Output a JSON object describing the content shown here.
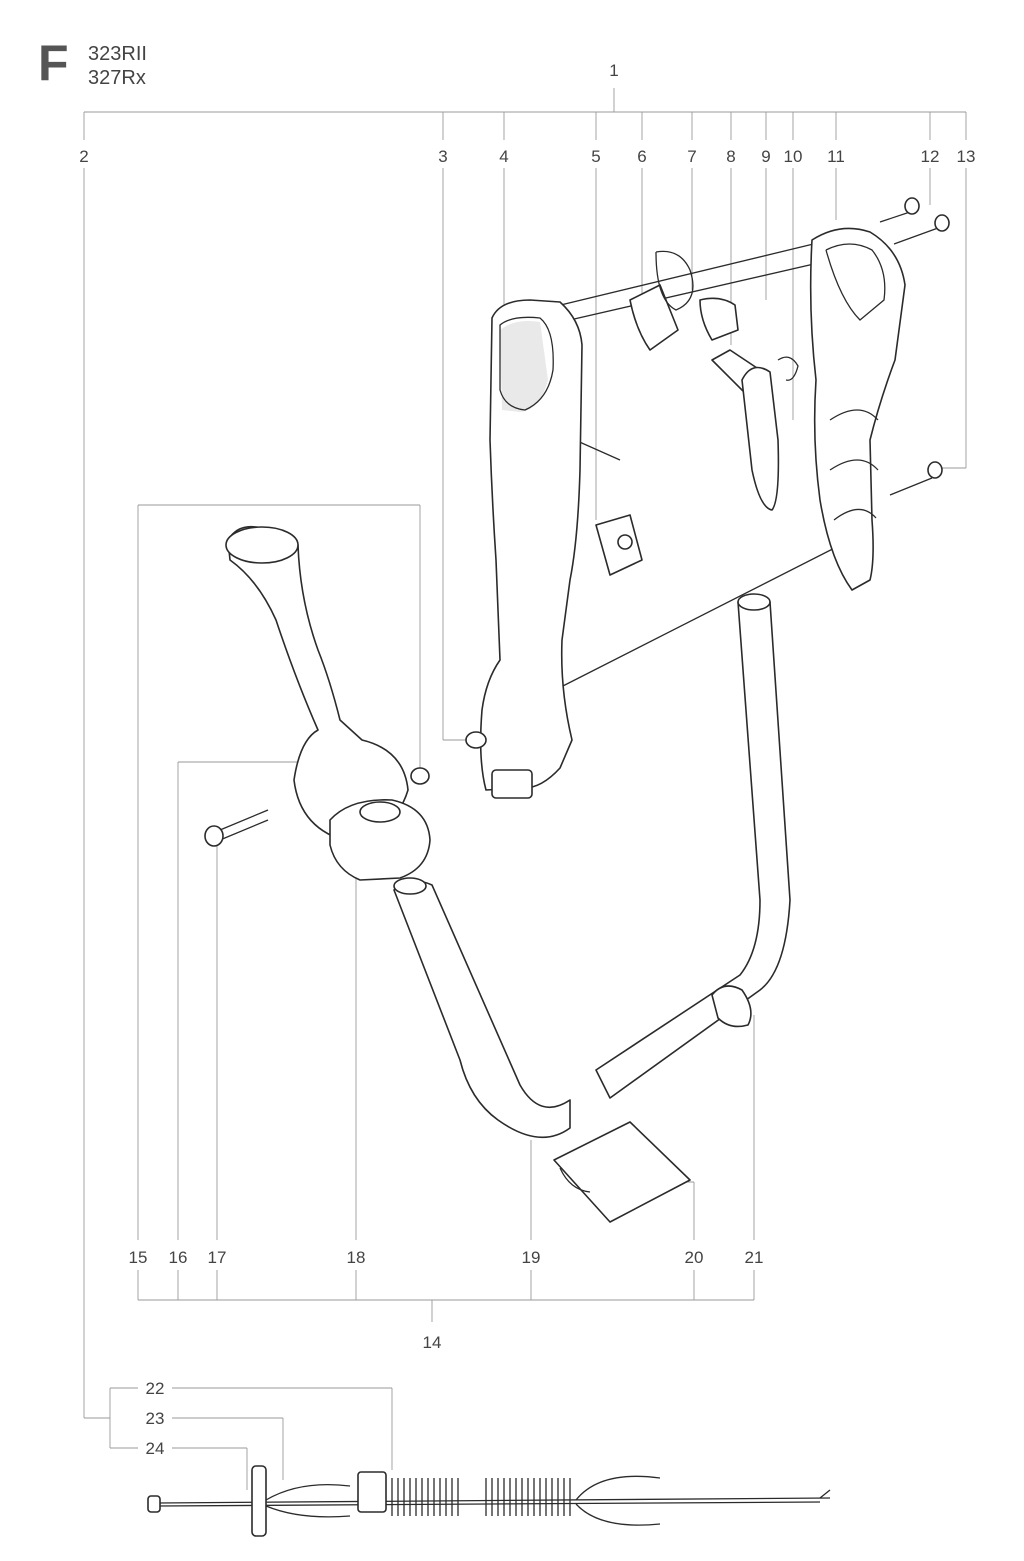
{
  "header": {
    "section_letter": "F",
    "models": [
      "323RII",
      "327Rx"
    ]
  },
  "callouts": {
    "c1": "1",
    "c2": "2",
    "c3": "3",
    "c4": "4",
    "c5": "5",
    "c6": "6",
    "c7": "7",
    "c8": "8",
    "c9": "9",
    "c10": "10",
    "c11": "11",
    "c12": "12",
    "c13": "13",
    "c14": "14",
    "c15": "15",
    "c16": "16",
    "c17": "17",
    "c18": "18",
    "c19": "19",
    "c20": "20",
    "c21": "21",
    "c22": "22",
    "c23": "23",
    "c24": "24"
  }
}
